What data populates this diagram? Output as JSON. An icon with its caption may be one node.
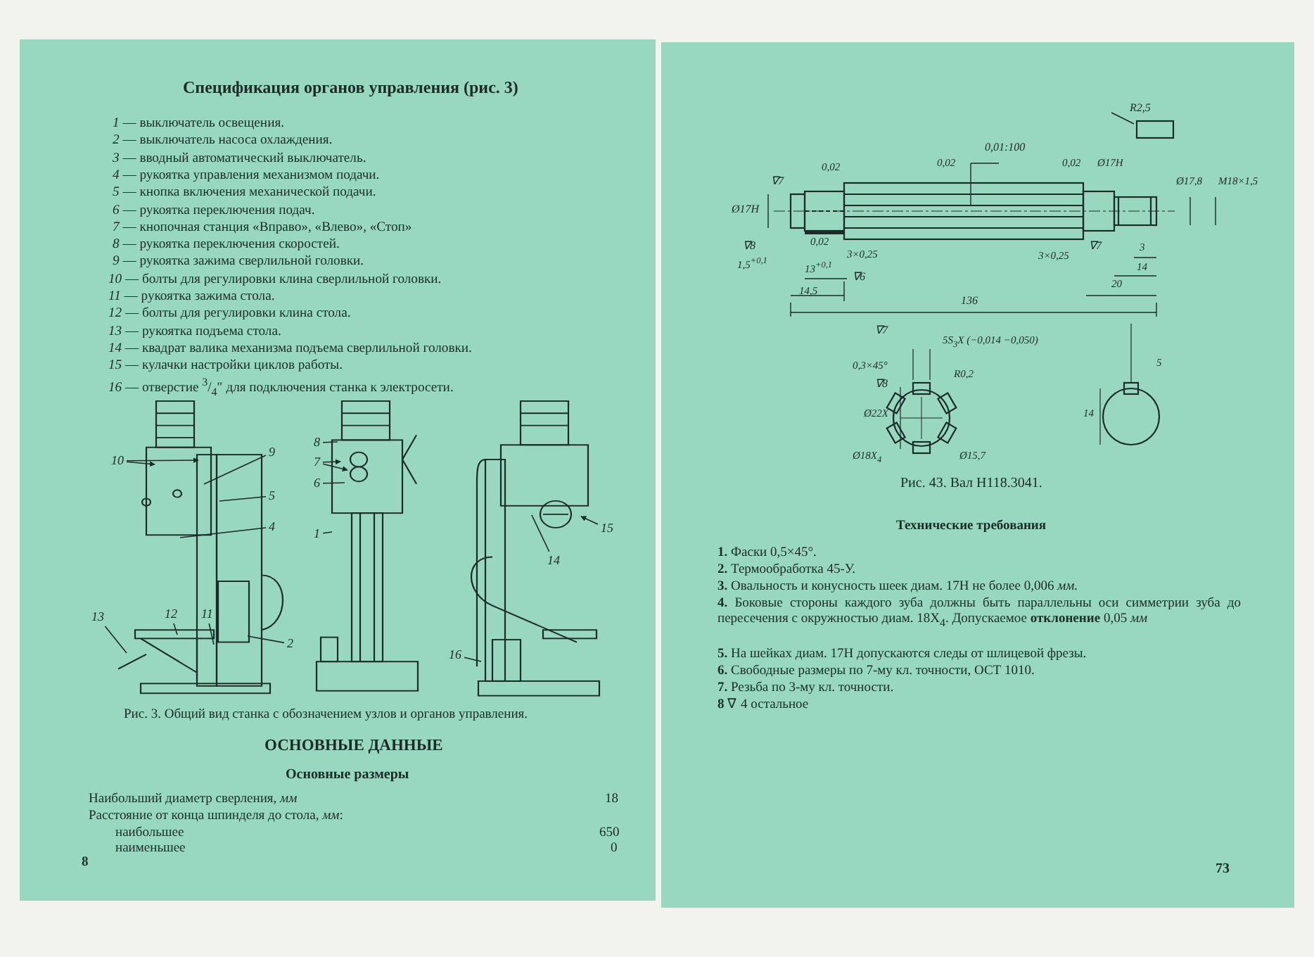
{
  "diagram": {
    "nodes": [
      {
        "text": [
          "10"
        ]
      },
      {
        "text": [
          "9"
        ]
      },
      {
        "text": [
          "5"
        ]
      },
      {
        "text": [
          "4"
        ]
      },
      {
        "text": [
          "2"
        ]
      },
      {
        "text": [
          "11"
        ]
      },
      {
        "text": [
          "12"
        ]
      },
      {
        "text": [
          "13"
        ]
      },
      {
        "text": [
          "8"
        ]
      },
      {
        "text": [
          "7"
        ]
      },
      {
        "text": [
          "6"
        ]
      },
      {
        "text": [
          "1"
        ]
      },
      {
        "text": [
          "15"
        ]
      },
      {
        "text": [
          "14"
        ]
      },
      {
        "text": [
          "16"
        ]
      }
    ],
    "edges": [
      {
        "from": 0,
        "to": null,
        "arrow": "to"
      },
      {
        "from": 0,
        "to": null,
        "arrow": "to"
      },
      {
        "from": 1,
        "to": null,
        "arrow": "none"
      },
      {
        "from": 2,
        "to": null,
        "arrow": "none"
      },
      {
        "from": 3,
        "to": null,
        "arrow": "none"
      },
      {
        "from": 4,
        "to": null,
        "arrow": "none"
      },
      {
        "from": 5,
        "to": null,
        "arrow": "none"
      },
      {
        "from": 6,
        "to": null,
        "arrow": "none"
      },
      {
        "from": 7,
        "to": null,
        "arrow": "none"
      },
      {
        "from": 8,
        "to": null,
        "arrow": "none"
      },
      {
        "from": 9,
        "to": null,
        "arrow": "to"
      },
      {
        "from": 9,
        "to": null,
        "arrow": "to"
      },
      {
        "from": 10,
        "to": null,
        "arrow": "none"
      },
      {
        "from": 11,
        "to": null,
        "arrow": "none"
      },
      {
        "from": 12,
        "to": null,
        "arrow": "to"
      },
      {
        "from": 13,
        "to": null,
        "arrow": "none"
      },
      {
        "from": 14,
        "to": null,
        "arrow": "none"
      }
    ],
    "labels": [
      "Спецификация органов управления (рис. 3)",
      "*1* — выключатель освещения.",
      "*2* — выключатель насоса охлаждения.",
      "*3* — вводный автоматический выключатель.",
      "*4* — рукоятка управления механизмом подачи.",
      "*5* — кнопка включения механической подачи.",
      "*6* — рукоятка переключения подач.",
      "*7* — кнопочная станция «Вправо», «Влево», «Стоп»",
      "*8* — рукоятка переключения скоростей.",
      "*9* — рукоятка зажима сверлильной головки.",
      "*10* — болты для регулировки клина сверлильной головки.",
      "*11* — рукоятка зажима стола.",
      "*12* — болты для регулировки клина стола.",
      "*13* — рукоятка подъема стола.",
      "*14* — квадрат валика механизма подъема сверлильной головки.",
      "*15* — кулачки настройки циклов работы.",
      "*16* — отверстие $^{3}$/$_{4}$″ для подключения станка к электросети.",
      "Рис. 3. Общий вид станка с обозначением узлов и органов управления.",
      "ОСНОВНЫЕ ДАННЫЕ",
      "Основные размеры",
      "Наибольший диаметр сверления, *мм*",
      "18",
      "Расстояние от конца шпинделя до стола, *мм*:",
      "наибольшее",
      "650",
      "наименьшее",
      "0",
      "8",
      "R2,5",
      "0,01:100",
      "0,02",
      "0,02",
      "0,02",
      "Ø17Н",
      "∇7",
      "Ø17Н",
      "∇8",
      "0,02",
      "1,5$^{+0,1}$",
      "3×0,25",
      "13$^{+0,1}$",
      "∇6",
      "14,5",
      "136",
      "∇7",
      "3×0,25",
      "3",
      "14",
      "20",
      "Ø17,8",
      "М18×1,5",
      "∇7",
      "5S$_{3}$X (−0,014 −0,050)",
      "0,3×45°",
      "∇8",
      "R0,2",
      "Ø22Х",
      "Ø18Х$_{4}$",
      "Ø15,7",
      "5",
      "14",
      "Рис. 43. Вал Н118.3041.",
      "Технические требования",
      "**1.** Фаски 0,5×45°.",
      "**2.** Термообработка 45-У.",
      "**3.** Овальность и конусность шеек диам. 17Н не более 0,006 *мм.*",
      "**4.** Боковые стороны каждого зуба должны быть параллельны оси симметрии зуба до пересечения с окружностью диам. 18Х$_{4}$. Допускаемое **отклонение** 0,05 *мм*",
      "**5.** На шейках диам. 17Н допускаются следы от шлицевой фрезы.",
      "**6.** Свободные размеры по 7-му кл. точности, ОСТ 1010.",
      "**7.** Резьба по 3-му кл. точности.",
      "**8** ∇ 4 остальное",
      "73"
    ]
  }
}
